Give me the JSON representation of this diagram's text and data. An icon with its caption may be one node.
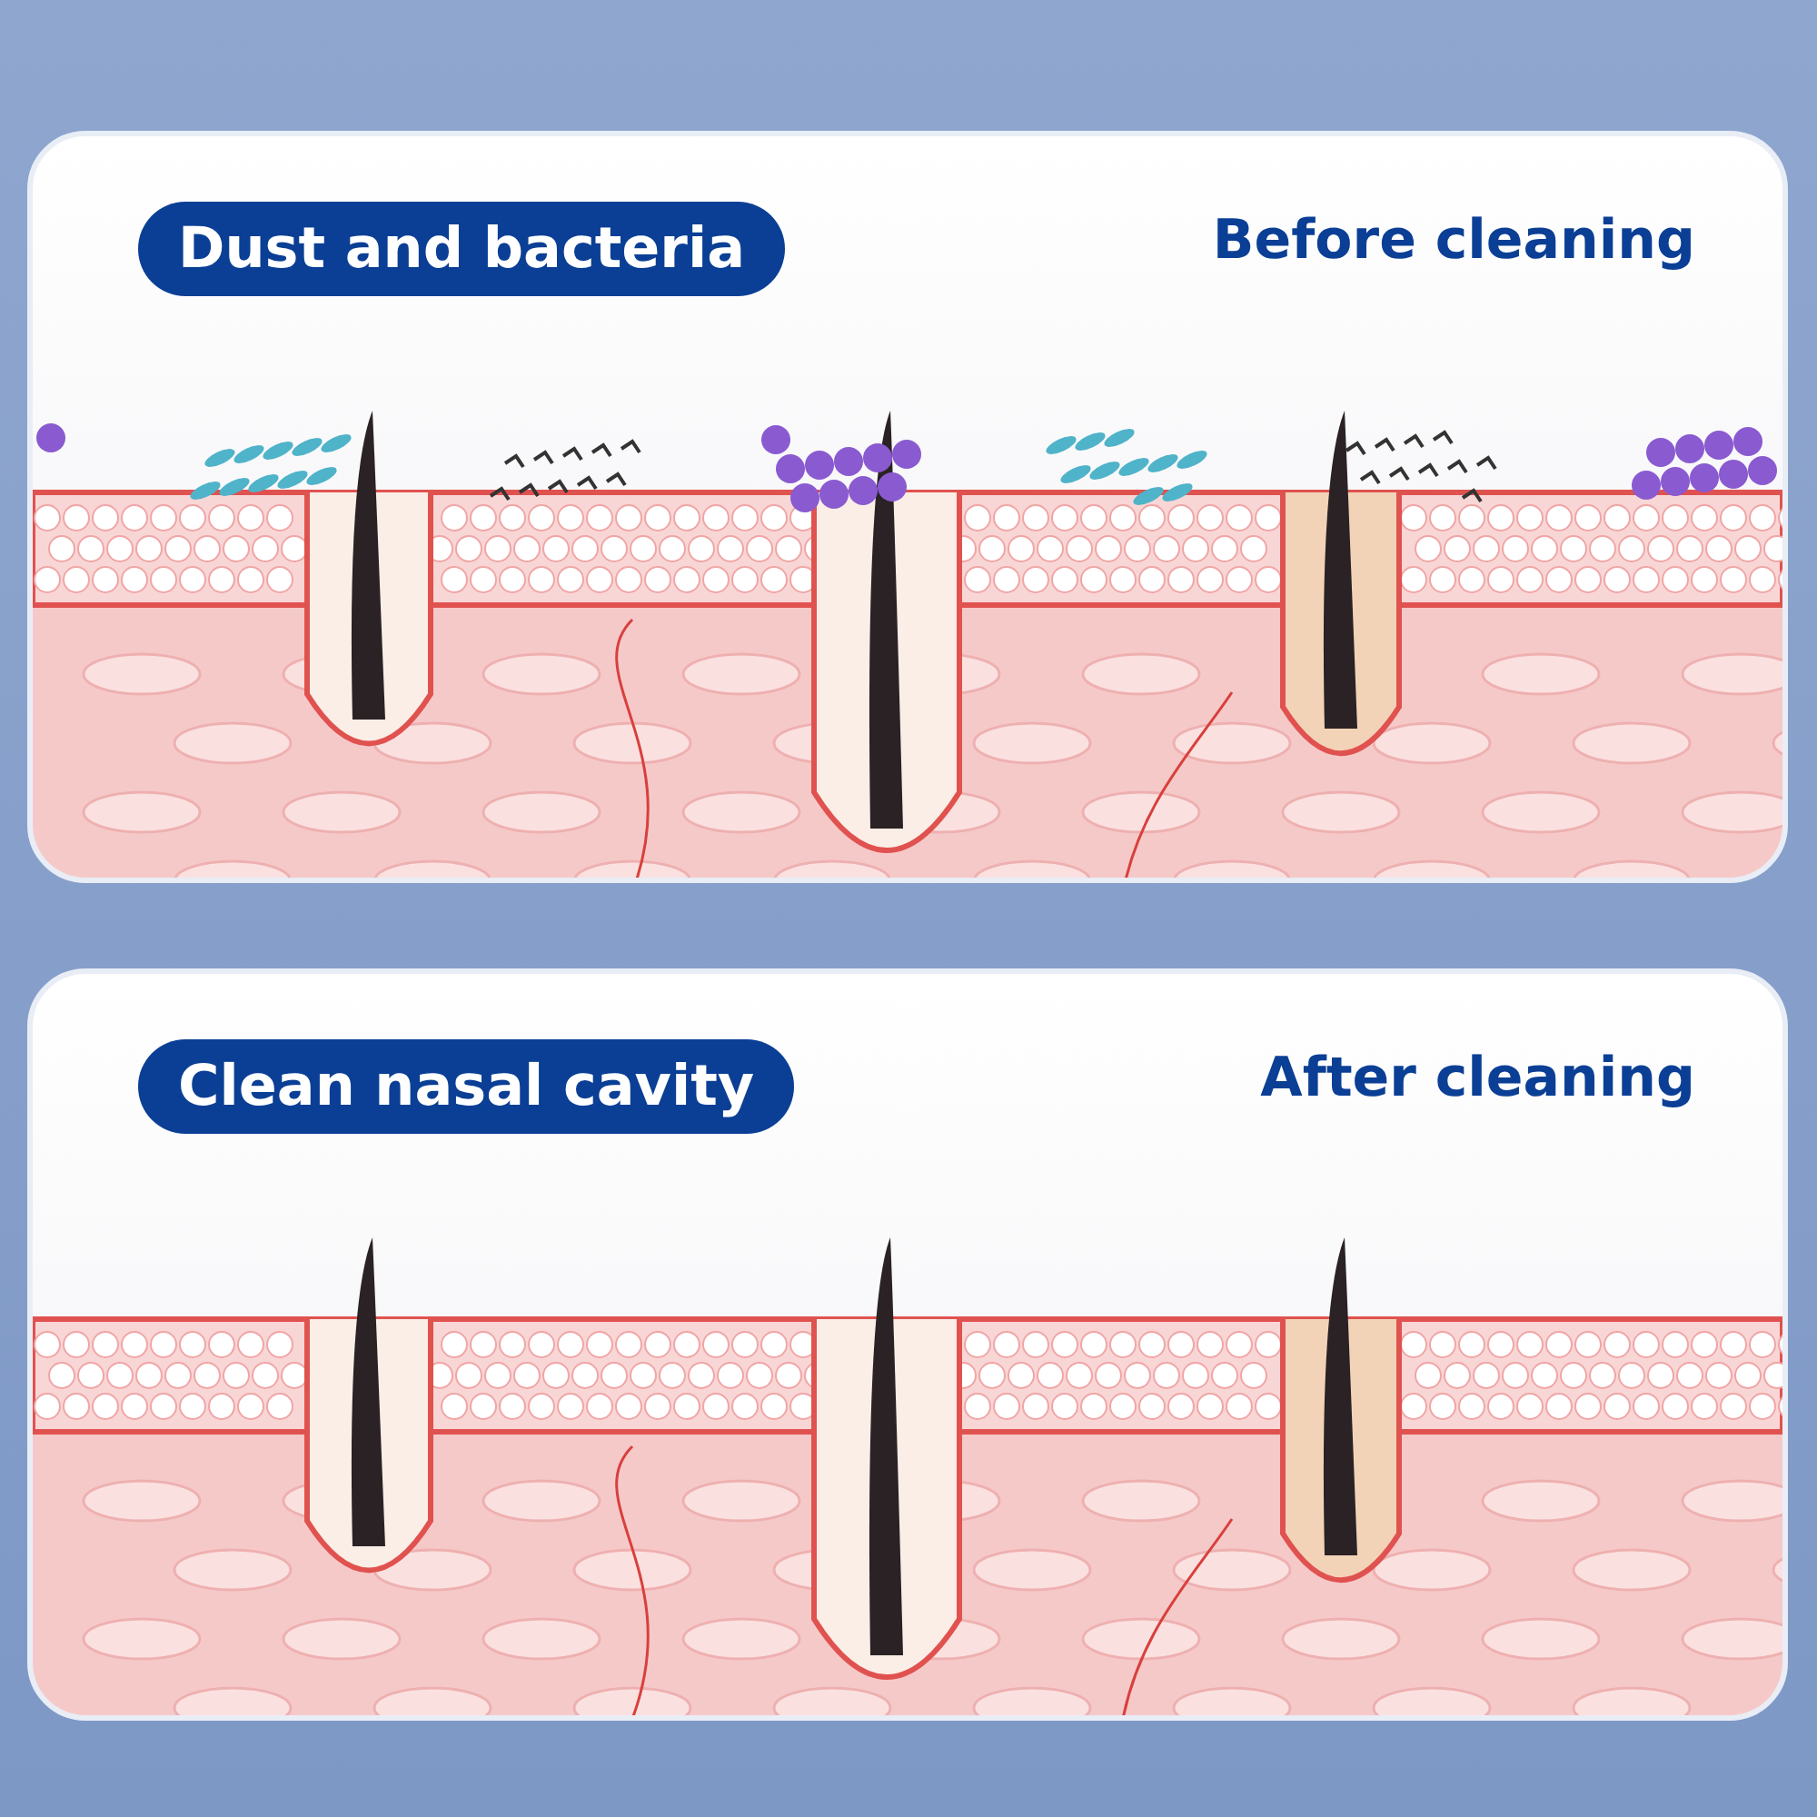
{
  "diagram": {
    "nodes": [
      {
        "text": [
          "Dust and bacteria"
        ]
      },
      {
        "text": [
          "Clean nasal cavity"
        ]
      }
    ],
    "labels": [
      "Before cleaning",
      "After cleaning"
    ]
  }
}
